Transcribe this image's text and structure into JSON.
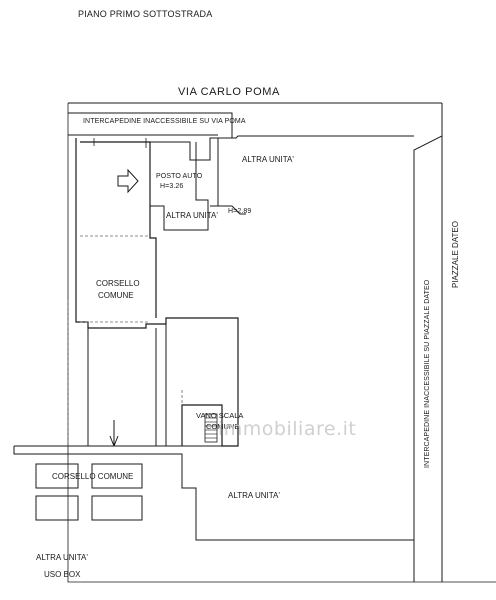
{
  "title": "PIANO PRIMO SOTTOSTRADA",
  "streets": {
    "top": "VIA CARLO POMA",
    "right": "PIAZZALE DATEO"
  },
  "labels": {
    "intercapedine_top": "INTERCAPEDINE INACCESSIBILE SU VIA POMA",
    "intercapedine_right": "INTERCAPEDINE INACCESSIBILE SU PIAZZALE DATEO",
    "altra_unita_top_right": "ALTRA UNITA'",
    "altra_unita_mid": "ALTRA UNITA'",
    "altra_unita_bottom": "ALTRA UNITA'",
    "altra_unita_bottom_left": "ALTRA UNITA'",
    "uso_box": "USO BOX",
    "posto_auto": "POSTO AUTO",
    "posto_auto_height": "H=3.26",
    "height_mark": "H=2.89",
    "corsello_comune_line1": "CORSELLO",
    "corsello_comune_line2": "COMUNE",
    "vano_scala_line1": "VANO SCALA",
    "vano_scala_line2": "COMUNE",
    "corsello_comune_lower": "CORSELLO COMUNE"
  },
  "watermark": "immobiliare.it",
  "colors": {
    "line": "#1a1a1a",
    "dashed": "#6a6a6a",
    "watermark": "#c8c8c8"
  }
}
